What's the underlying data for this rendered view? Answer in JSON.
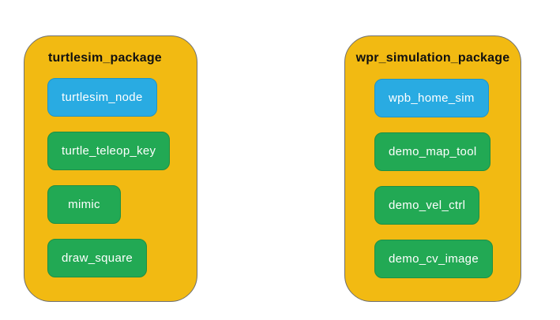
{
  "diagram": {
    "description": "ROS packages and their nodes diagram"
  },
  "packages": [
    {
      "title": "turtlesim_package",
      "nodes": [
        {
          "label": "turtlesim_node",
          "type": "blue"
        },
        {
          "label": "turtle_teleop_key",
          "type": "green"
        },
        {
          "label": "mimic",
          "type": "green"
        },
        {
          "label": "draw_square",
          "type": "green"
        }
      ]
    },
    {
      "title": "wpr_simulation_package",
      "nodes": [
        {
          "label": "wpb_home_sim",
          "type": "blue"
        },
        {
          "label": "demo_map_tool",
          "type": "green"
        },
        {
          "label": "demo_vel_ctrl",
          "type": "green"
        },
        {
          "label": "demo_cv_image",
          "type": "green"
        }
      ]
    }
  ],
  "colors": {
    "background": "#FFFFFF",
    "package_fill": "#F2BA12",
    "package_border": "#6F6F6F",
    "node_blue": "#29ABE2",
    "node_blue_border": "#1E94C8",
    "node_green": "#22A954",
    "node_green_border": "#1D8F45",
    "node_text": "#FFFFFF",
    "title_text": "#111111"
  }
}
